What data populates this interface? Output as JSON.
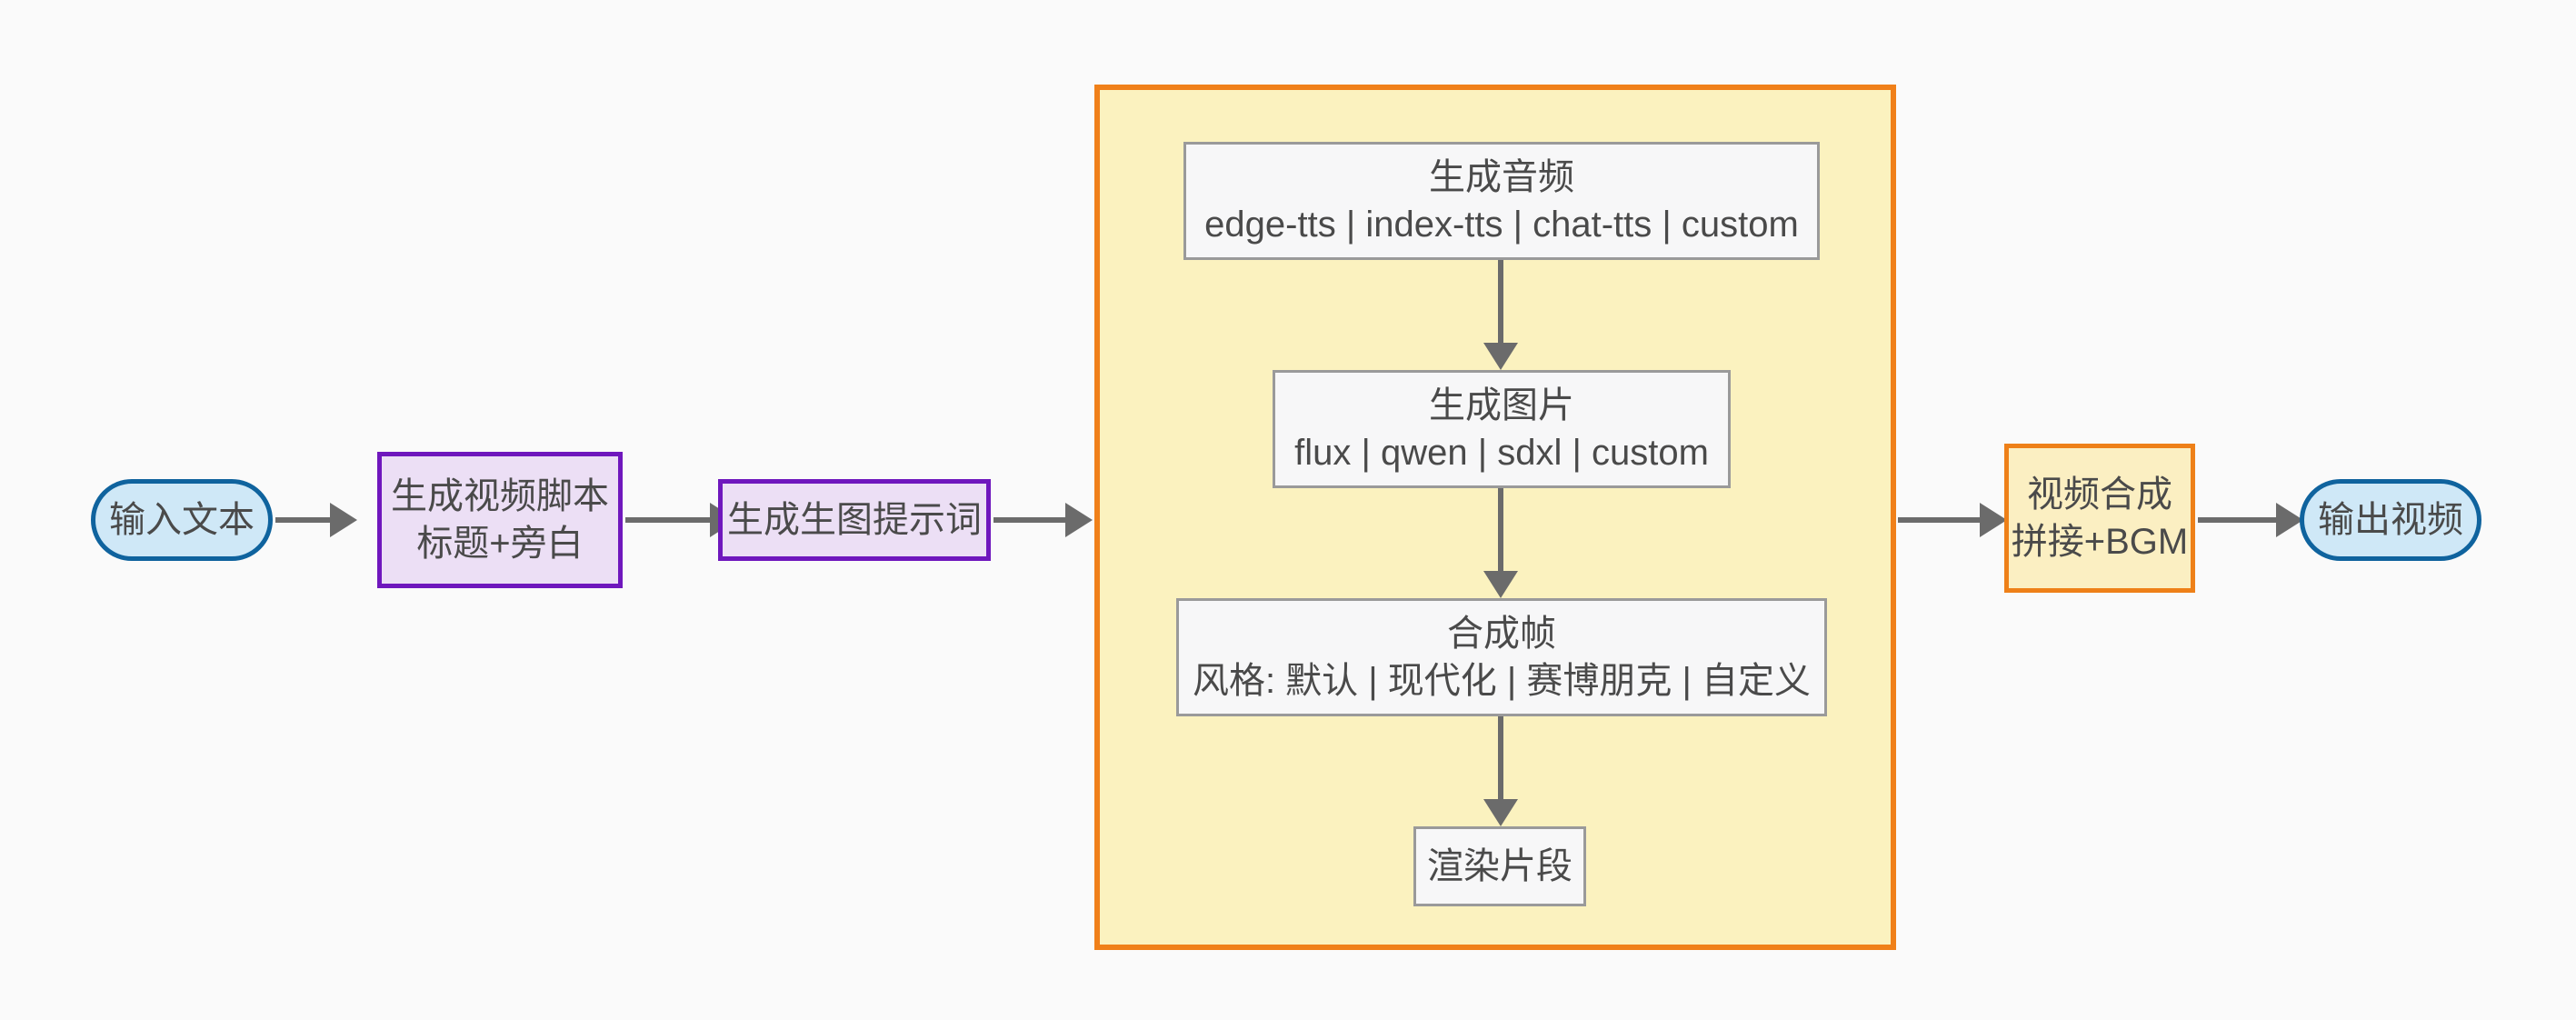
{
  "diagram": {
    "type": "flowchart",
    "direction": "left-to-right",
    "background": "#fafafa",
    "nodes": {
      "input_text": {
        "label": "输入文本",
        "shape": "stadium",
        "fill": "#cfe8f7",
        "stroke": "#0f639e"
      },
      "script": {
        "line1": "生成视频脚本",
        "line2": "标题+旁白",
        "shape": "rect",
        "fill": "#ecdff5",
        "stroke": "#6f17bd"
      },
      "prompt": {
        "label": "生成生图提示词",
        "shape": "rect",
        "fill": "#ecdff5",
        "stroke": "#6f17bd"
      },
      "audio": {
        "line1": "生成音频",
        "line2": "edge-tts | index-tts | chat-tts | custom",
        "shape": "rect",
        "fill": "#f7f7f8",
        "stroke": "#9a9a9a"
      },
      "image": {
        "line1": "生成图片",
        "line2": "flux | qwen | sdxl | custom",
        "shape": "rect",
        "fill": "#f7f7f8",
        "stroke": "#9a9a9a"
      },
      "frame": {
        "line1": "合成帧",
        "line2": "风格: 默认 | 现代化 | 赛博朋克 | 自定义",
        "shape": "rect",
        "fill": "#f7f7f8",
        "stroke": "#9a9a9a"
      },
      "render": {
        "label": "渲染片段",
        "shape": "rect",
        "fill": "#f7f7f8",
        "stroke": "#9a9a9a"
      },
      "compose": {
        "line1": "视频合成",
        "line2": "拼接+BGM",
        "shape": "rect",
        "fill": "#fbefc2",
        "stroke": "#ee8018"
      },
      "output_video": {
        "label": "输出视频",
        "shape": "stadium",
        "fill": "#cfe8f7",
        "stroke": "#0f639e"
      }
    },
    "subgraph": {
      "label": "",
      "fill": "#fbf2bf",
      "stroke": "#f08019"
    },
    "edges": [
      {
        "from": "input_text",
        "to": "script",
        "direction": "right"
      },
      {
        "from": "script",
        "to": "prompt",
        "direction": "right"
      },
      {
        "from": "prompt",
        "to": "subgraph",
        "direction": "right"
      },
      {
        "from": "audio",
        "to": "image",
        "direction": "down"
      },
      {
        "from": "image",
        "to": "frame",
        "direction": "down"
      },
      {
        "from": "frame",
        "to": "render",
        "direction": "down"
      },
      {
        "from": "subgraph",
        "to": "compose",
        "direction": "right"
      },
      {
        "from": "compose",
        "to": "output_video",
        "direction": "right"
      }
    ],
    "edge_color": "#6b6b6b"
  }
}
